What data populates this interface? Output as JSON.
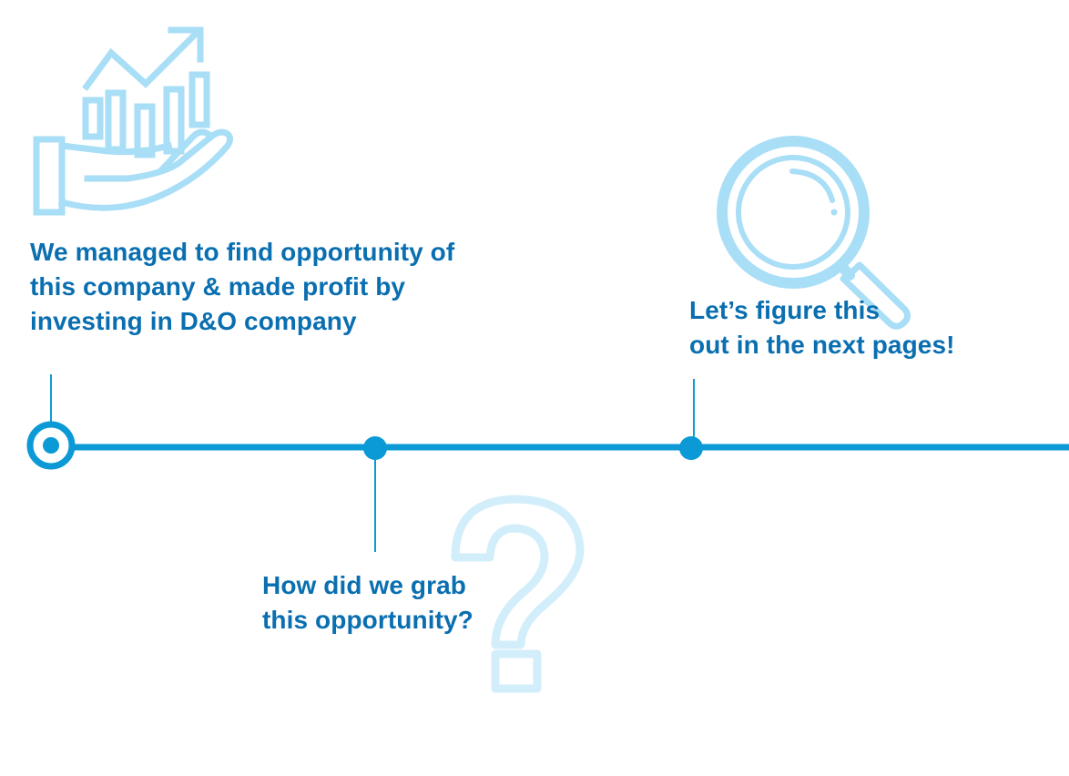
{
  "colors": {
    "accent": "#0b9ad6",
    "text": "#0a6fb0",
    "icon_light": "#a9def7",
    "icon_lighter": "#d3eefb",
    "background": "#ffffff"
  },
  "icons": {
    "first": "hand-growth-chart-icon",
    "second": "question-mark-icon",
    "third": "magnifying-glass-icon"
  },
  "timeline": {
    "steps": [
      {
        "lines": [
          "We managed to find opportunity of",
          "this company & made profit by",
          "investing in D&O company"
        ]
      },
      {
        "lines": [
          "How did we grab",
          "this opportunity?"
        ]
      },
      {
        "lines": [
          "Let’s figure this",
          "out in the next pages!"
        ]
      }
    ]
  }
}
